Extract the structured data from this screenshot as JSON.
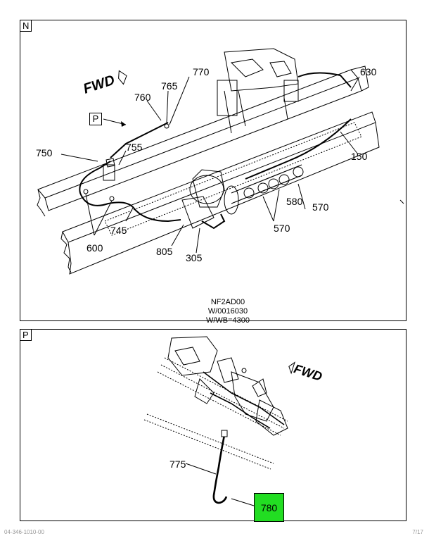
{
  "panel_n": {
    "label": "N",
    "view_ref": "P",
    "fwd": "FWD",
    "callouts": {
      "c750": "750",
      "c755": "755",
      "c760": "760",
      "c765": "765",
      "c770": "770",
      "c630": "630",
      "c150": "150",
      "c600": "600",
      "c745": "745",
      "c805": "805",
      "c305": "305",
      "c580": "580",
      "c570a": "570",
      "c570b": "570"
    },
    "caption": {
      "line1": "NF2AD00",
      "line2": "W/0016030",
      "line3": "W/WB=4300"
    }
  },
  "panel_p": {
    "label": "P",
    "fwd": "FWD",
    "callouts": {
      "c775": "775",
      "c780": "780"
    },
    "highlight_color": "#22dd22"
  },
  "footer": {
    "left": "04-346-1010-00",
    "right": "7/17"
  }
}
